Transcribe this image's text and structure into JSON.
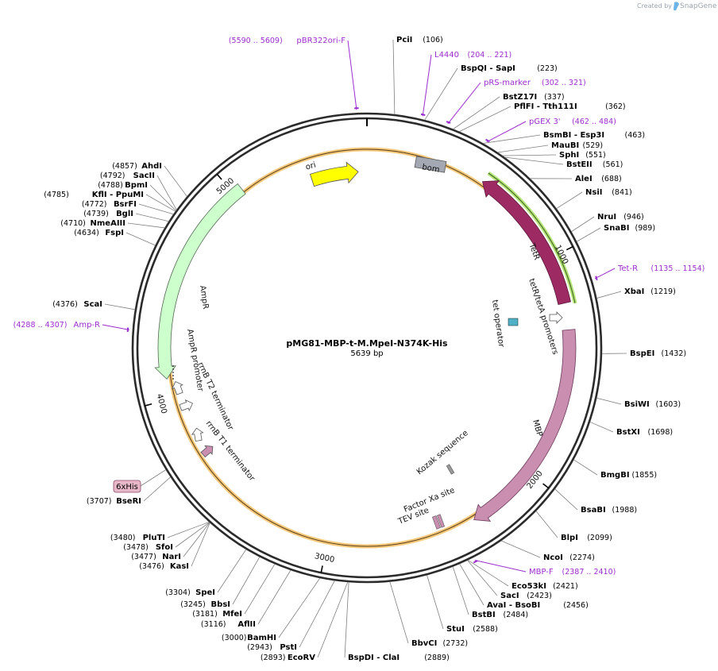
{
  "header": {
    "credit_text": "Created by",
    "brand": "SnapGene"
  },
  "map": {
    "name": "pMG81-MBP-t-M.MpeI-N374K-His",
    "length_label": "5639 bp",
    "length_bp": 5639
  },
  "ticks": [
    {
      "label": "1000",
      "bp": 1000
    },
    {
      "label": "2000",
      "bp": 2000
    },
    {
      "label": "3000",
      "bp": 3000
    },
    {
      "label": "4000",
      "bp": 4000
    },
    {
      "label": "5000",
      "bp": 5000
    }
  ],
  "enzymes": [
    {
      "name": "PciI",
      "pos": "(106)"
    },
    {
      "name": "BspQI",
      "alt": "SapI",
      "pos": "(223)"
    },
    {
      "name": "BstZ17I",
      "pos": "(337)"
    },
    {
      "name": "PflFI",
      "alt": "Tth111I",
      "pos": "(362)"
    },
    {
      "name": "BsmBI",
      "alt": "Esp3I",
      "pos": "(463)"
    },
    {
      "name": "MauBI",
      "pos": "(529)"
    },
    {
      "name": "SphI",
      "pos": "(551)"
    },
    {
      "name": "BstEII",
      "pos": "(561)"
    },
    {
      "name": "AleI",
      "pos": "(688)"
    },
    {
      "name": "NsiI",
      "pos": "(841)"
    },
    {
      "name": "NruI",
      "pos": "(946)"
    },
    {
      "name": "SnaBI",
      "pos": "(989)"
    },
    {
      "name": "XbaI",
      "pos": "(1219)"
    },
    {
      "name": "BspEI",
      "pos": "(1432)"
    },
    {
      "name": "BsiWI",
      "pos": "(1603)"
    },
    {
      "name": "BstXI",
      "pos": "(1698)"
    },
    {
      "name": "BmgBI",
      "pos": "(1855)"
    },
    {
      "name": "BsaBI",
      "pos": "(1988)"
    },
    {
      "name": "BlpI",
      "pos": "(2099)"
    },
    {
      "name": "NcoI",
      "pos": "(2274)"
    },
    {
      "name": "Eco53kI",
      "pos": "(2421)"
    },
    {
      "name": "SacI",
      "pos": "(2423)"
    },
    {
      "name": "AvaI",
      "alt": "BsoBI",
      "pos": "(2456)"
    },
    {
      "name": "BstBI",
      "pos": "(2484)"
    },
    {
      "name": "StuI",
      "pos": "(2588)"
    },
    {
      "name": "BbvCI",
      "pos": "(2732)"
    },
    {
      "name": "BspDI",
      "alt": "ClaI",
      "pos": "(2889)"
    },
    {
      "name": "EcoRV",
      "pos": "(2893)"
    },
    {
      "name": "PstI",
      "pos": "(2943)"
    },
    {
      "name": "BamHI",
      "pos": "(3000)"
    },
    {
      "name": "AflII",
      "pos": "(3116)"
    },
    {
      "name": "MfeI",
      "pos": "(3181)"
    },
    {
      "name": "BbsI",
      "pos": "(3245)"
    },
    {
      "name": "SpeI",
      "pos": "(3304)"
    },
    {
      "name": "KasI",
      "pos": "(3476)"
    },
    {
      "name": "NarI",
      "pos": "(3477)"
    },
    {
      "name": "SfoI",
      "pos": "(3478)"
    },
    {
      "name": "PluTI",
      "pos": "(3480)"
    },
    {
      "name": "BseRI",
      "pos": "(3707)"
    },
    {
      "name": "ScaI",
      "pos": "(4376)"
    },
    {
      "name": "FspI",
      "pos": "(4634)"
    },
    {
      "name": "NmeAIII",
      "pos": "(4710)"
    },
    {
      "name": "BglI",
      "pos": "(4739)"
    },
    {
      "name": "BsrFI",
      "pos": "(4772)"
    },
    {
      "name": "KflI",
      "alt": "PpuMI",
      "pos": "(4785)"
    },
    {
      "name": "BpmI",
      "pos": "(4788)"
    },
    {
      "name": "SacII",
      "pos": "(4792)"
    },
    {
      "name": "AhdI",
      "pos": "(4857)"
    }
  ],
  "primers": [
    {
      "name": "pBR322ori-F",
      "range": "(5590 .. 5609)"
    },
    {
      "name": "L4440",
      "range": "(204 .. 221)"
    },
    {
      "name": "pRS-marker",
      "range": "(302 .. 321)"
    },
    {
      "name": "pGEX 3'",
      "range": "(462 .. 484)"
    },
    {
      "name": "Tet-R",
      "range": "(1135 .. 1154)"
    },
    {
      "name": "MBP-F",
      "range": "(2387 .. 2410)"
    },
    {
      "name": "Amp-R",
      "range": "(4288 .. 4307)"
    }
  ],
  "features": {
    "ori": "ori",
    "bom": "bom",
    "tetR": "TetR",
    "tet_promoters": "tetR/tetA promoters",
    "tet_operator": "tet operator",
    "mbp": "MBP",
    "kozak": "Kozak sequence",
    "factor_xa": "Factor Xa site",
    "tev": "TEV site",
    "his_tag": "6xHis",
    "rrnb_t1": "rrnB T1 terminator",
    "rrnb_t2": "rrnB T2 terminator",
    "ampr_promoter": "AmpR promoter",
    "ampr": "AmpR"
  },
  "colors": {
    "ori": "#ffff00",
    "bom": "#a4a8b3",
    "tetR": "#9e2a63",
    "mbp": "#c98eb0",
    "ampr": "#ccffcc",
    "primer": "#9a2ecf",
    "orf_highlight": "#f5c97a"
  }
}
